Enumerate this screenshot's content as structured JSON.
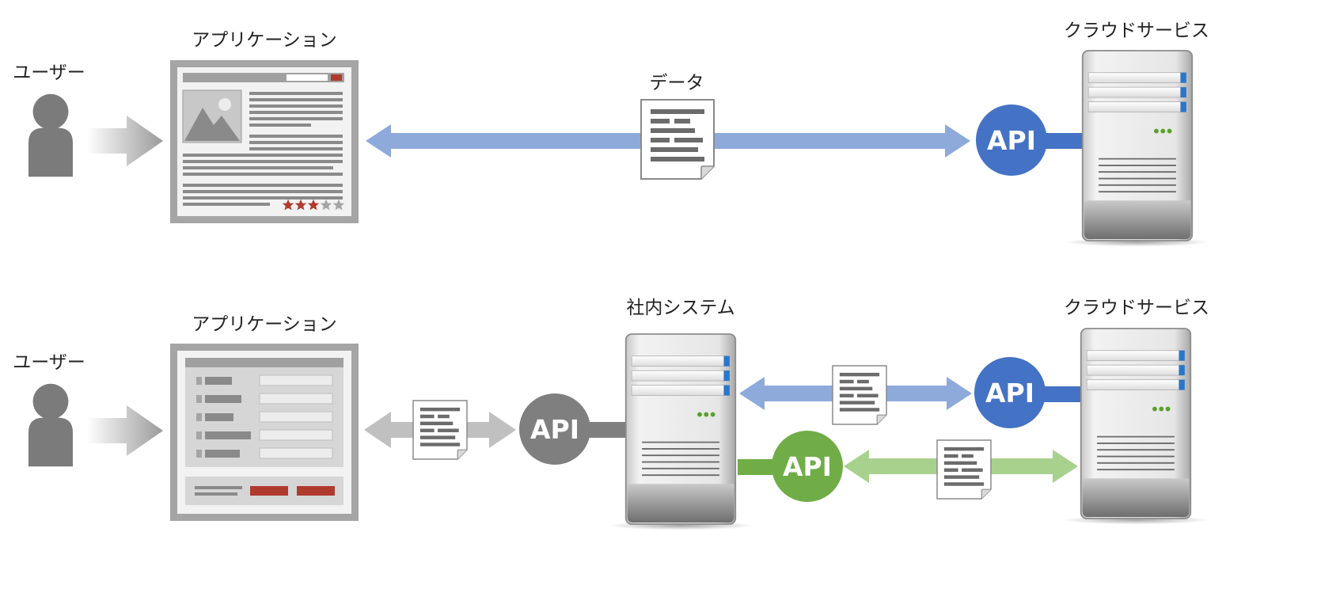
{
  "top_row": {
    "user_label": "ユーザー",
    "app_label": "アプリケーション",
    "data_label": "データ",
    "cloud_label": "クラウドサービス",
    "api_label": "API"
  },
  "bottom_row": {
    "user_label": "ユーザー",
    "app_label": "アプリケーション",
    "internal_label": "社内システム",
    "cloud_label": "クラウドサービス",
    "api_gray_label": "API",
    "api_blue_label": "API",
    "api_green_label": "API"
  },
  "colors": {
    "blue": "#4472c4",
    "blue_light": "#8eaadb",
    "green": "#70ad47",
    "green_light": "#a9d18e",
    "gray": "#7f7f7f",
    "gray_light": "#c0c0c0",
    "star_red": "#b03a2e"
  },
  "icons": [
    "user-icon",
    "app-window-icon",
    "document-icon",
    "server-icon",
    "star-icon",
    "image-placeholder-icon"
  ]
}
